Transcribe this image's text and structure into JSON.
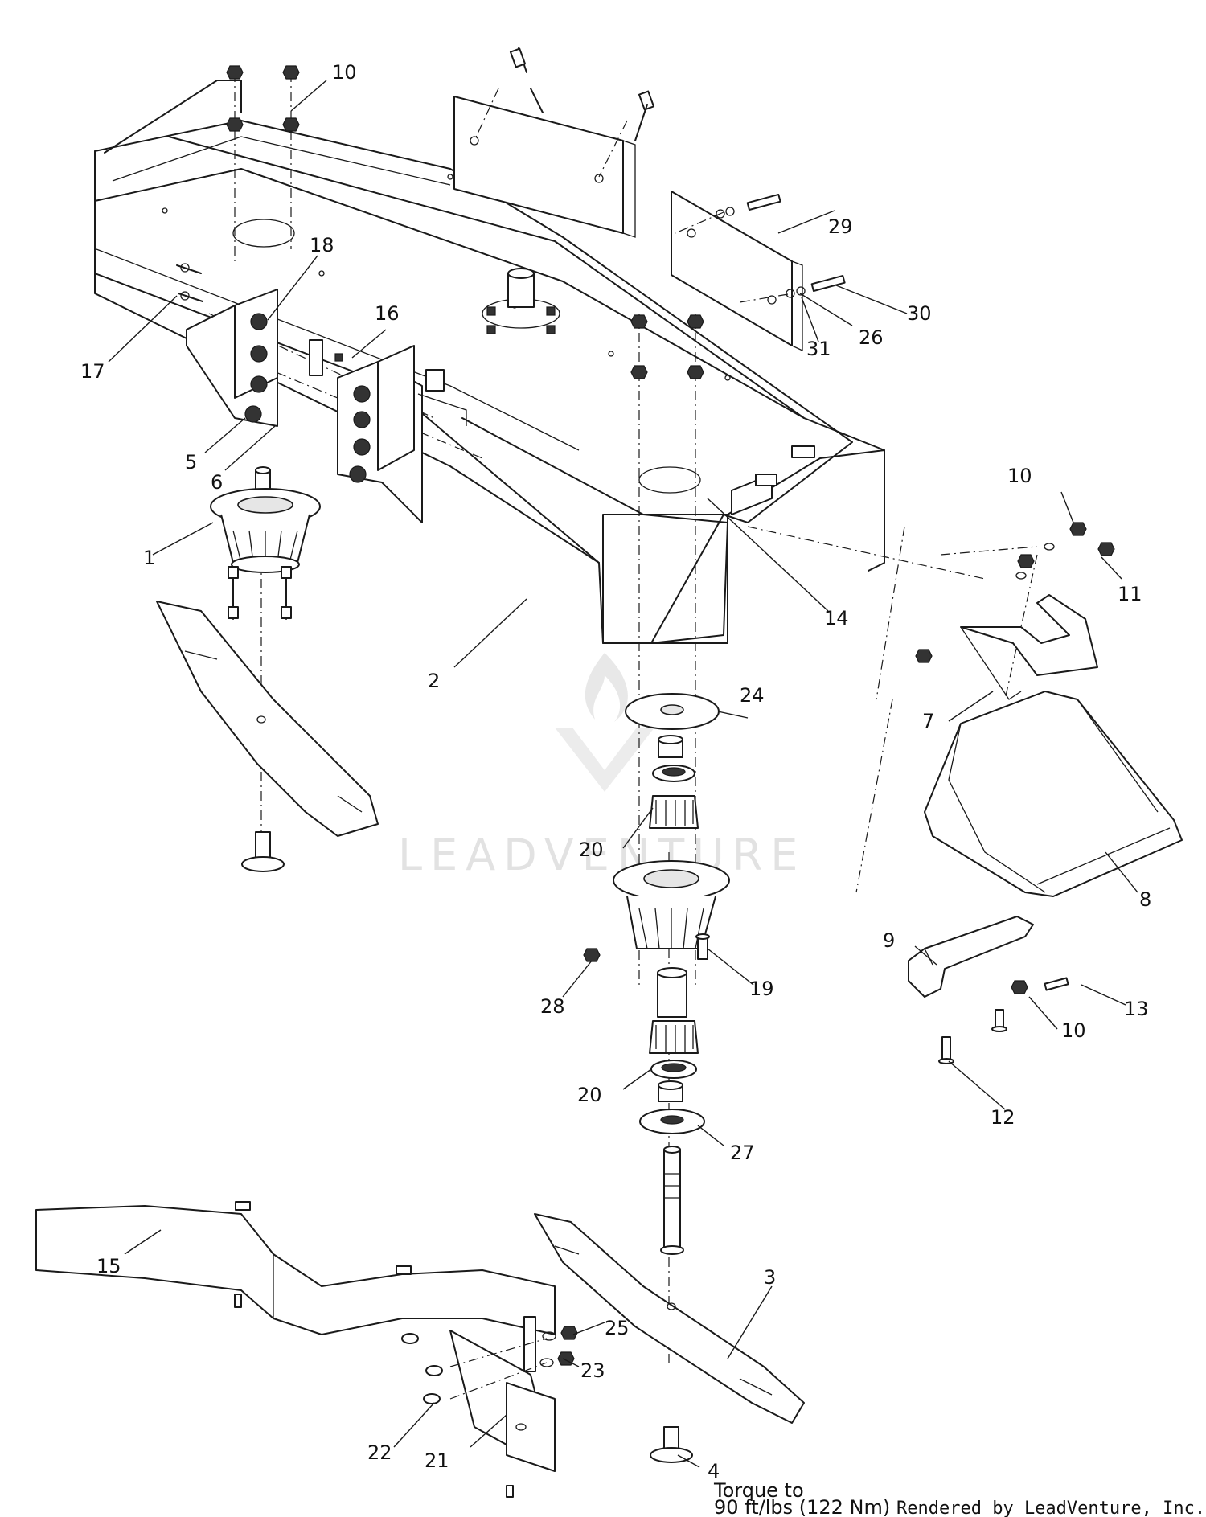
{
  "callouts": {
    "c1": "1",
    "c2": "2",
    "c3": "3",
    "c4": "4",
    "c5": "5",
    "c6": "6",
    "c7": "7",
    "c8": "8",
    "c9": "9",
    "c10a": "10",
    "c10b": "10",
    "c10c": "10",
    "c11": "11",
    "c12": "12",
    "c13": "13",
    "c14": "14",
    "c15": "15",
    "c16": "16",
    "c17": "17",
    "c18": "18",
    "c19": "19",
    "c20a": "20",
    "c20b": "20",
    "c21": "21",
    "c22": "22",
    "c23": "23",
    "c24": "24",
    "c25": "25",
    "c26": "26",
    "c27": "27",
    "c28": "28",
    "c29": "29",
    "c30": "30",
    "c31": "31"
  },
  "torque_note": {
    "line1": "Torque to",
    "line2": "90 ft/lbs (122 Nm)"
  },
  "credit": "Rendered by LeadVenture, Inc.",
  "watermark": "LEADVENTURE"
}
